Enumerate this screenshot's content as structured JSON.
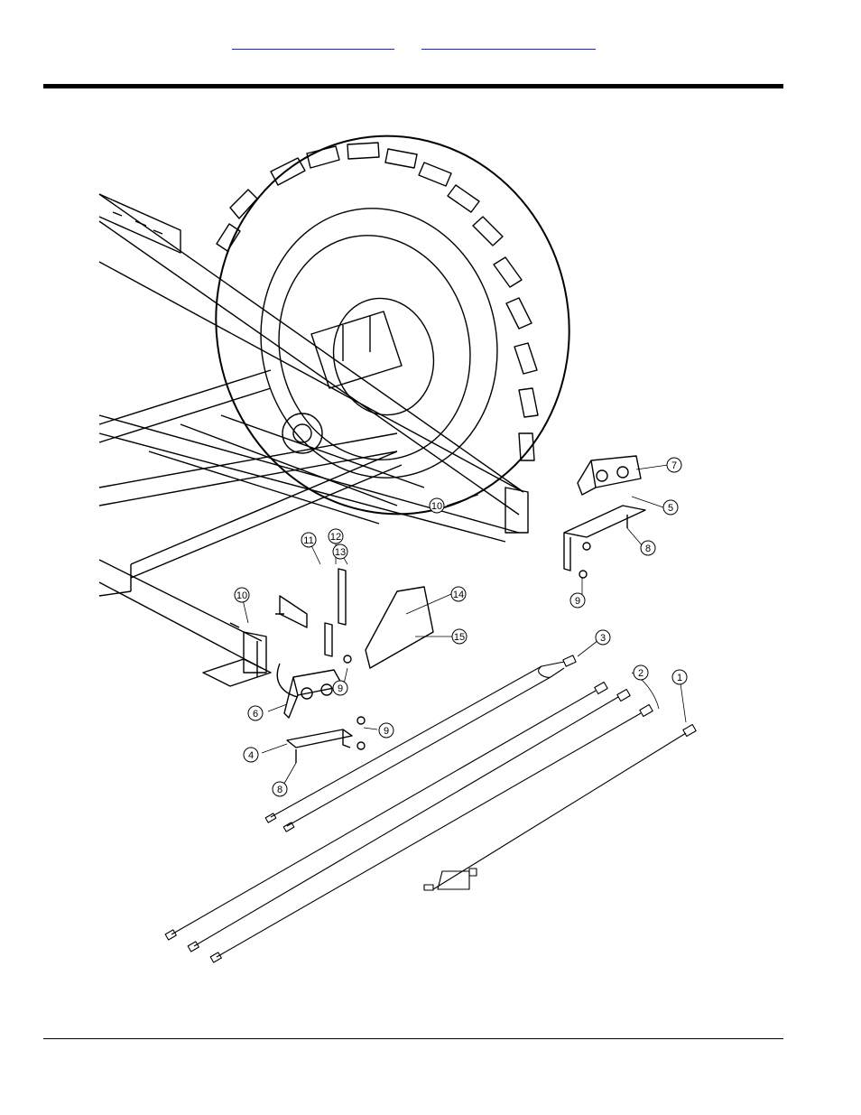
{
  "header": {
    "links": [
      {
        "name": "nav-link-1",
        "text": ""
      },
      {
        "name": "nav-link-2",
        "text": ""
      }
    ]
  },
  "diagram": {
    "callouts": [
      "1",
      "2",
      "3",
      "4",
      "5",
      "6",
      "7",
      "8",
      "8",
      "9",
      "9",
      "9",
      "10",
      "10",
      "11",
      "12",
      "13",
      "14",
      "15"
    ]
  }
}
